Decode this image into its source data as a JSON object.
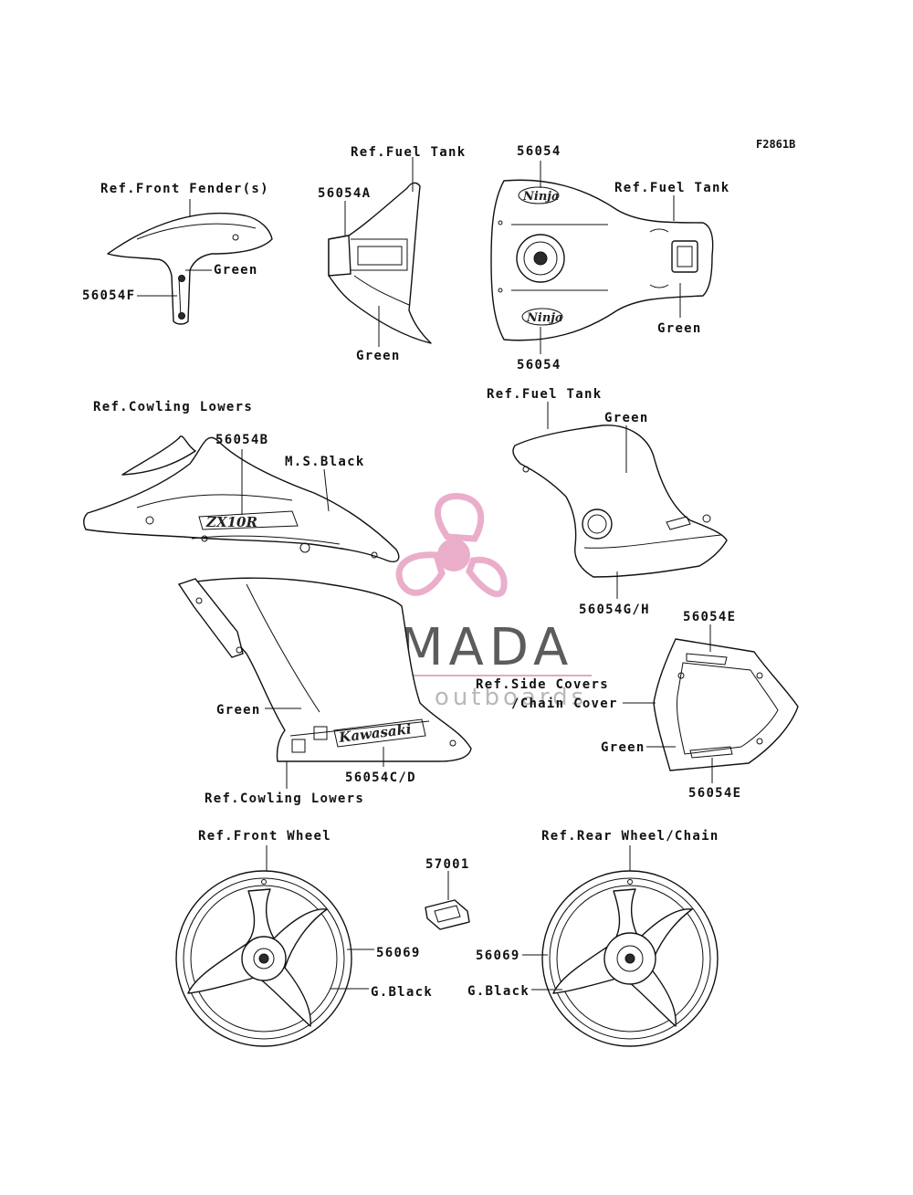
{
  "diagram_code": "F2861B",
  "labels": {
    "front_fender_ref": "Ref.Front Fender(s)",
    "front_fender_color": "Green",
    "front_fender_part": "56054F",
    "center_fuel_tank_ref": "Ref.Fuel Tank",
    "center_cover_part": "56054A",
    "center_cover_color": "Green",
    "tank_top_part": "56054",
    "tank_top_ref": "Ref.Fuel Tank",
    "tank_top_color": "Green",
    "tank_bottom_part": "56054",
    "cowling_ref_top": "Ref.Cowling Lowers",
    "cowling_upper_part": "56054B",
    "cowling_upper_color": "M.S.Black",
    "side_fuel_tank_ref": "Ref.Fuel Tank",
    "side_tank_color": "Green",
    "side_tank_part": "56054G/H",
    "seat_cover_part_top": "56054E",
    "side_covers_ref_line1": "Ref.Side Covers",
    "side_covers_ref_line2": "/Chain Cover",
    "seat_cover_color": "Green",
    "seat_cover_part_bottom": "56054E",
    "cowling_lower_color": "Green",
    "cowling_lower_part": "56054C/D",
    "cowling_ref_bottom": "Ref.Cowling Lowers",
    "front_wheel_ref": "Ref.Front Wheel",
    "front_wheel_part": "56069",
    "front_wheel_color": "G.Black",
    "small_part": "57001",
    "rear_wheel_ref": "Ref.Rear Wheel/Chain",
    "rear_wheel_part": "56069",
    "rear_wheel_color": "G.Black"
  },
  "decals": {
    "model_name": "Ninja",
    "model_code": "ZX10R",
    "brand": "Kawasaki"
  },
  "watermark": {
    "brand": "ARMADA",
    "tagline": "marine outboards"
  },
  "colors": {
    "watermark_pink": "#e8a6c6",
    "watermark_gray": "#5c5c5c",
    "line": "#111111"
  }
}
